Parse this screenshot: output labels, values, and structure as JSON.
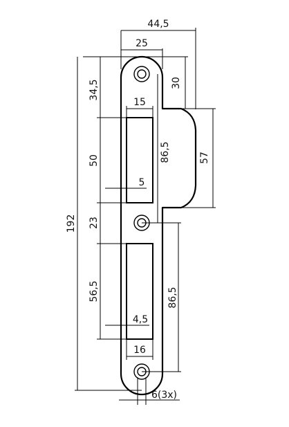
{
  "dimensions": {
    "total_width": "44,5",
    "plate_width": "25",
    "top_offset": "30",
    "lip_height": "57",
    "top_hole_to_slot": "34,5",
    "slot_upper_width": "15",
    "upper_slot_height": "50",
    "upper_span": "86,5",
    "upper_slot_offset": "5",
    "mid_hole_spacing": "23",
    "total_height": "192",
    "lower_slot_height": "56,5",
    "lower_span": "86,5",
    "lower_slot_offset": "4,5",
    "slot_lower_width": "16",
    "hole_size": "6(3x)"
  },
  "icons": {
    "hole": "screw-hole-icon"
  },
  "colors": {
    "line": "#000000",
    "background": "#ffffff"
  }
}
